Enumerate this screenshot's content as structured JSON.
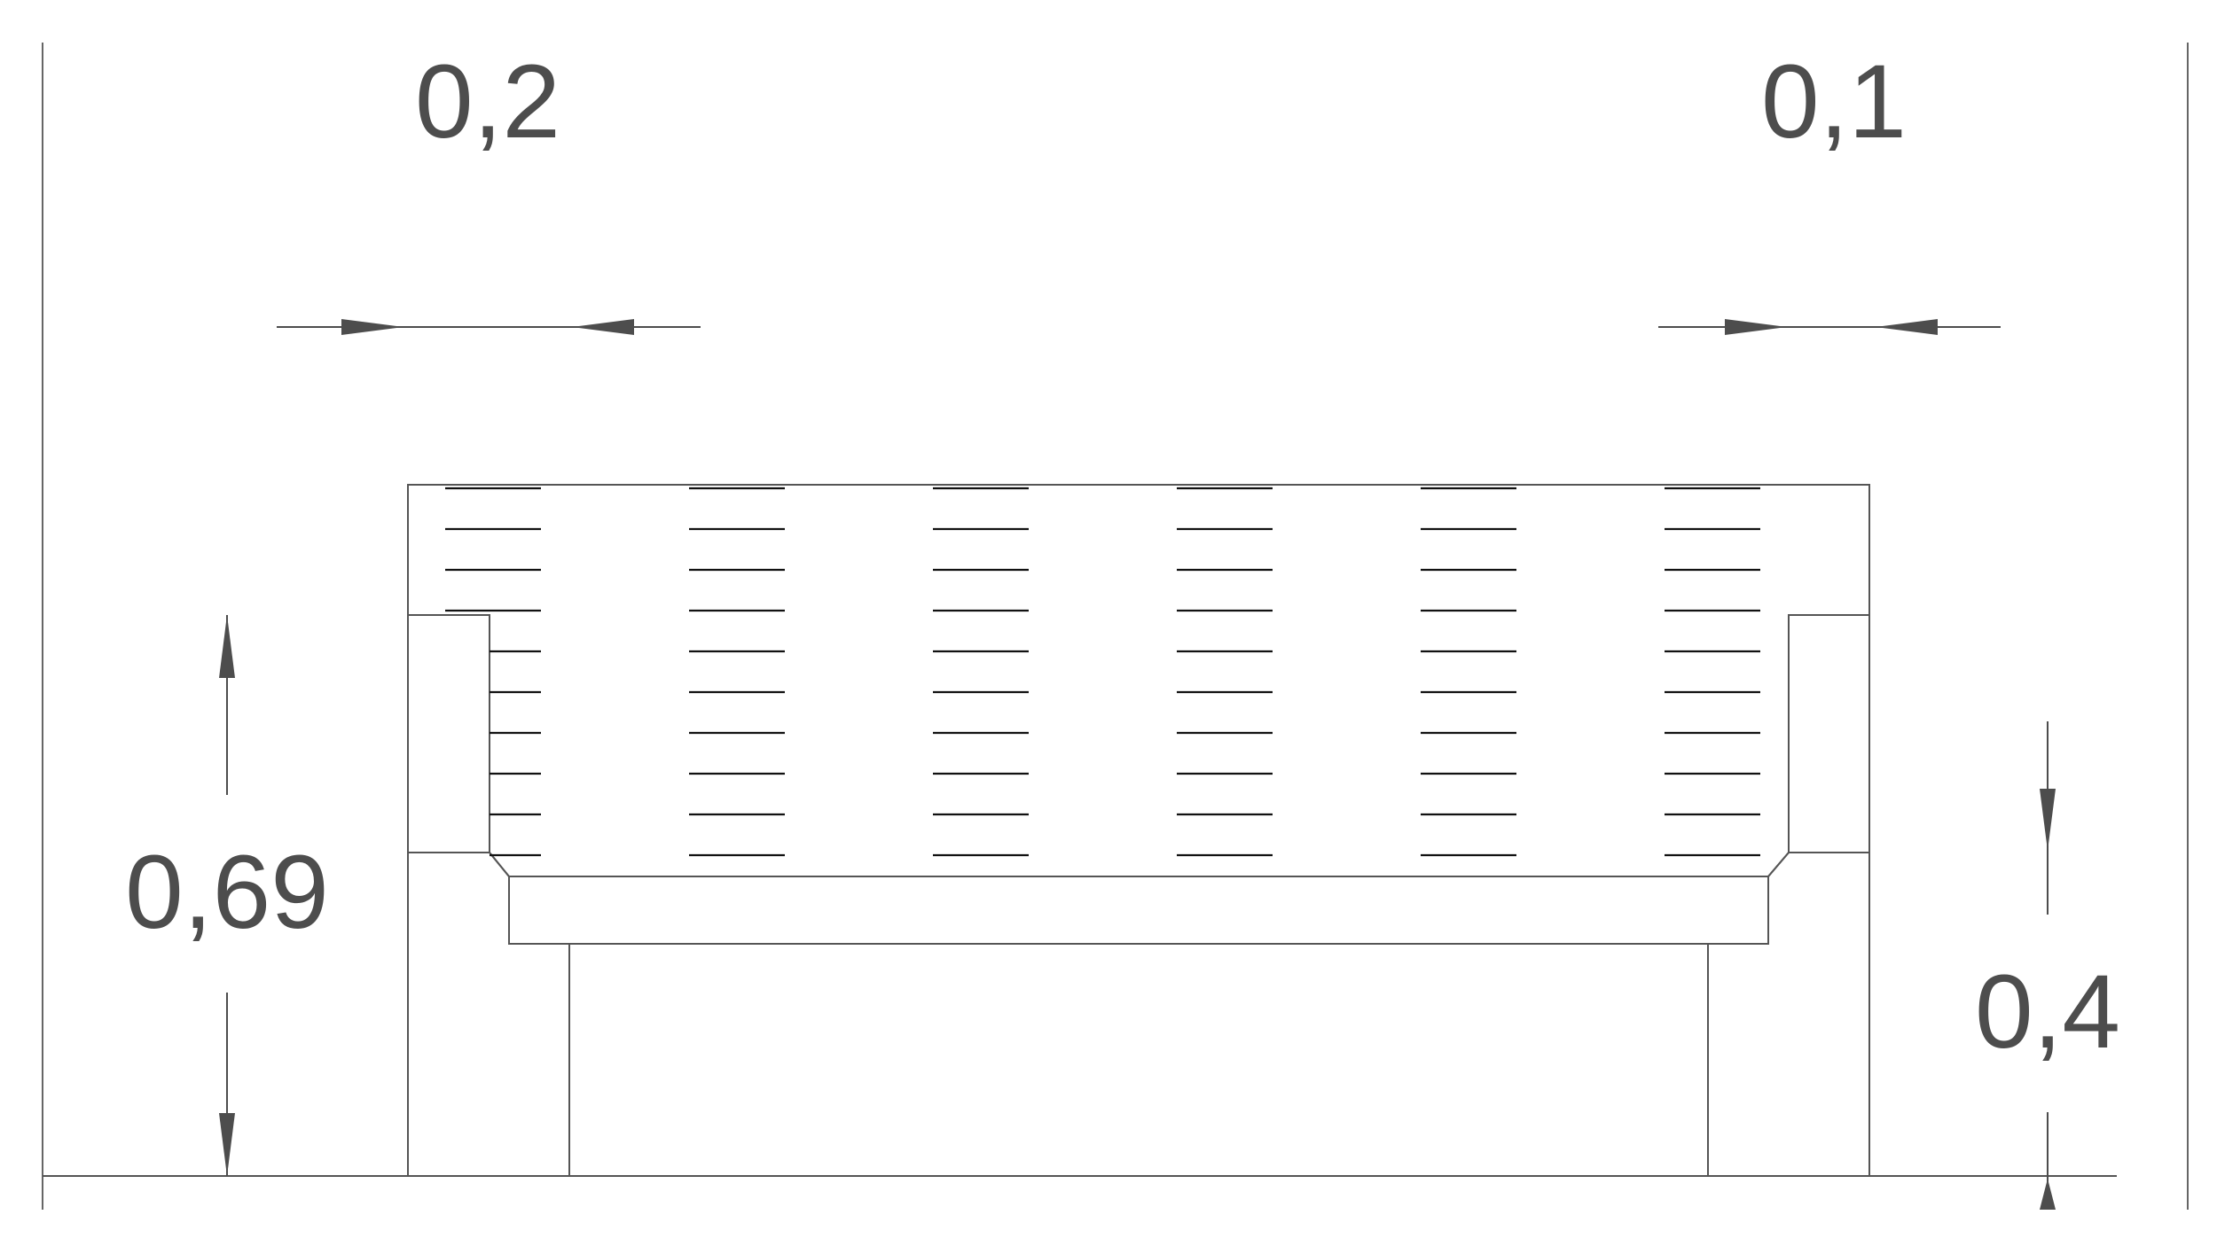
{
  "drawing": {
    "dimensions": {
      "top_left": "0,2",
      "top_right": "0,1",
      "left_height": "0,69",
      "right_height": "0,4"
    },
    "colors": {
      "line": "#555555",
      "text": "#4d4d4d",
      "hatch": "#111111",
      "stipple": "#444444"
    }
  }
}
